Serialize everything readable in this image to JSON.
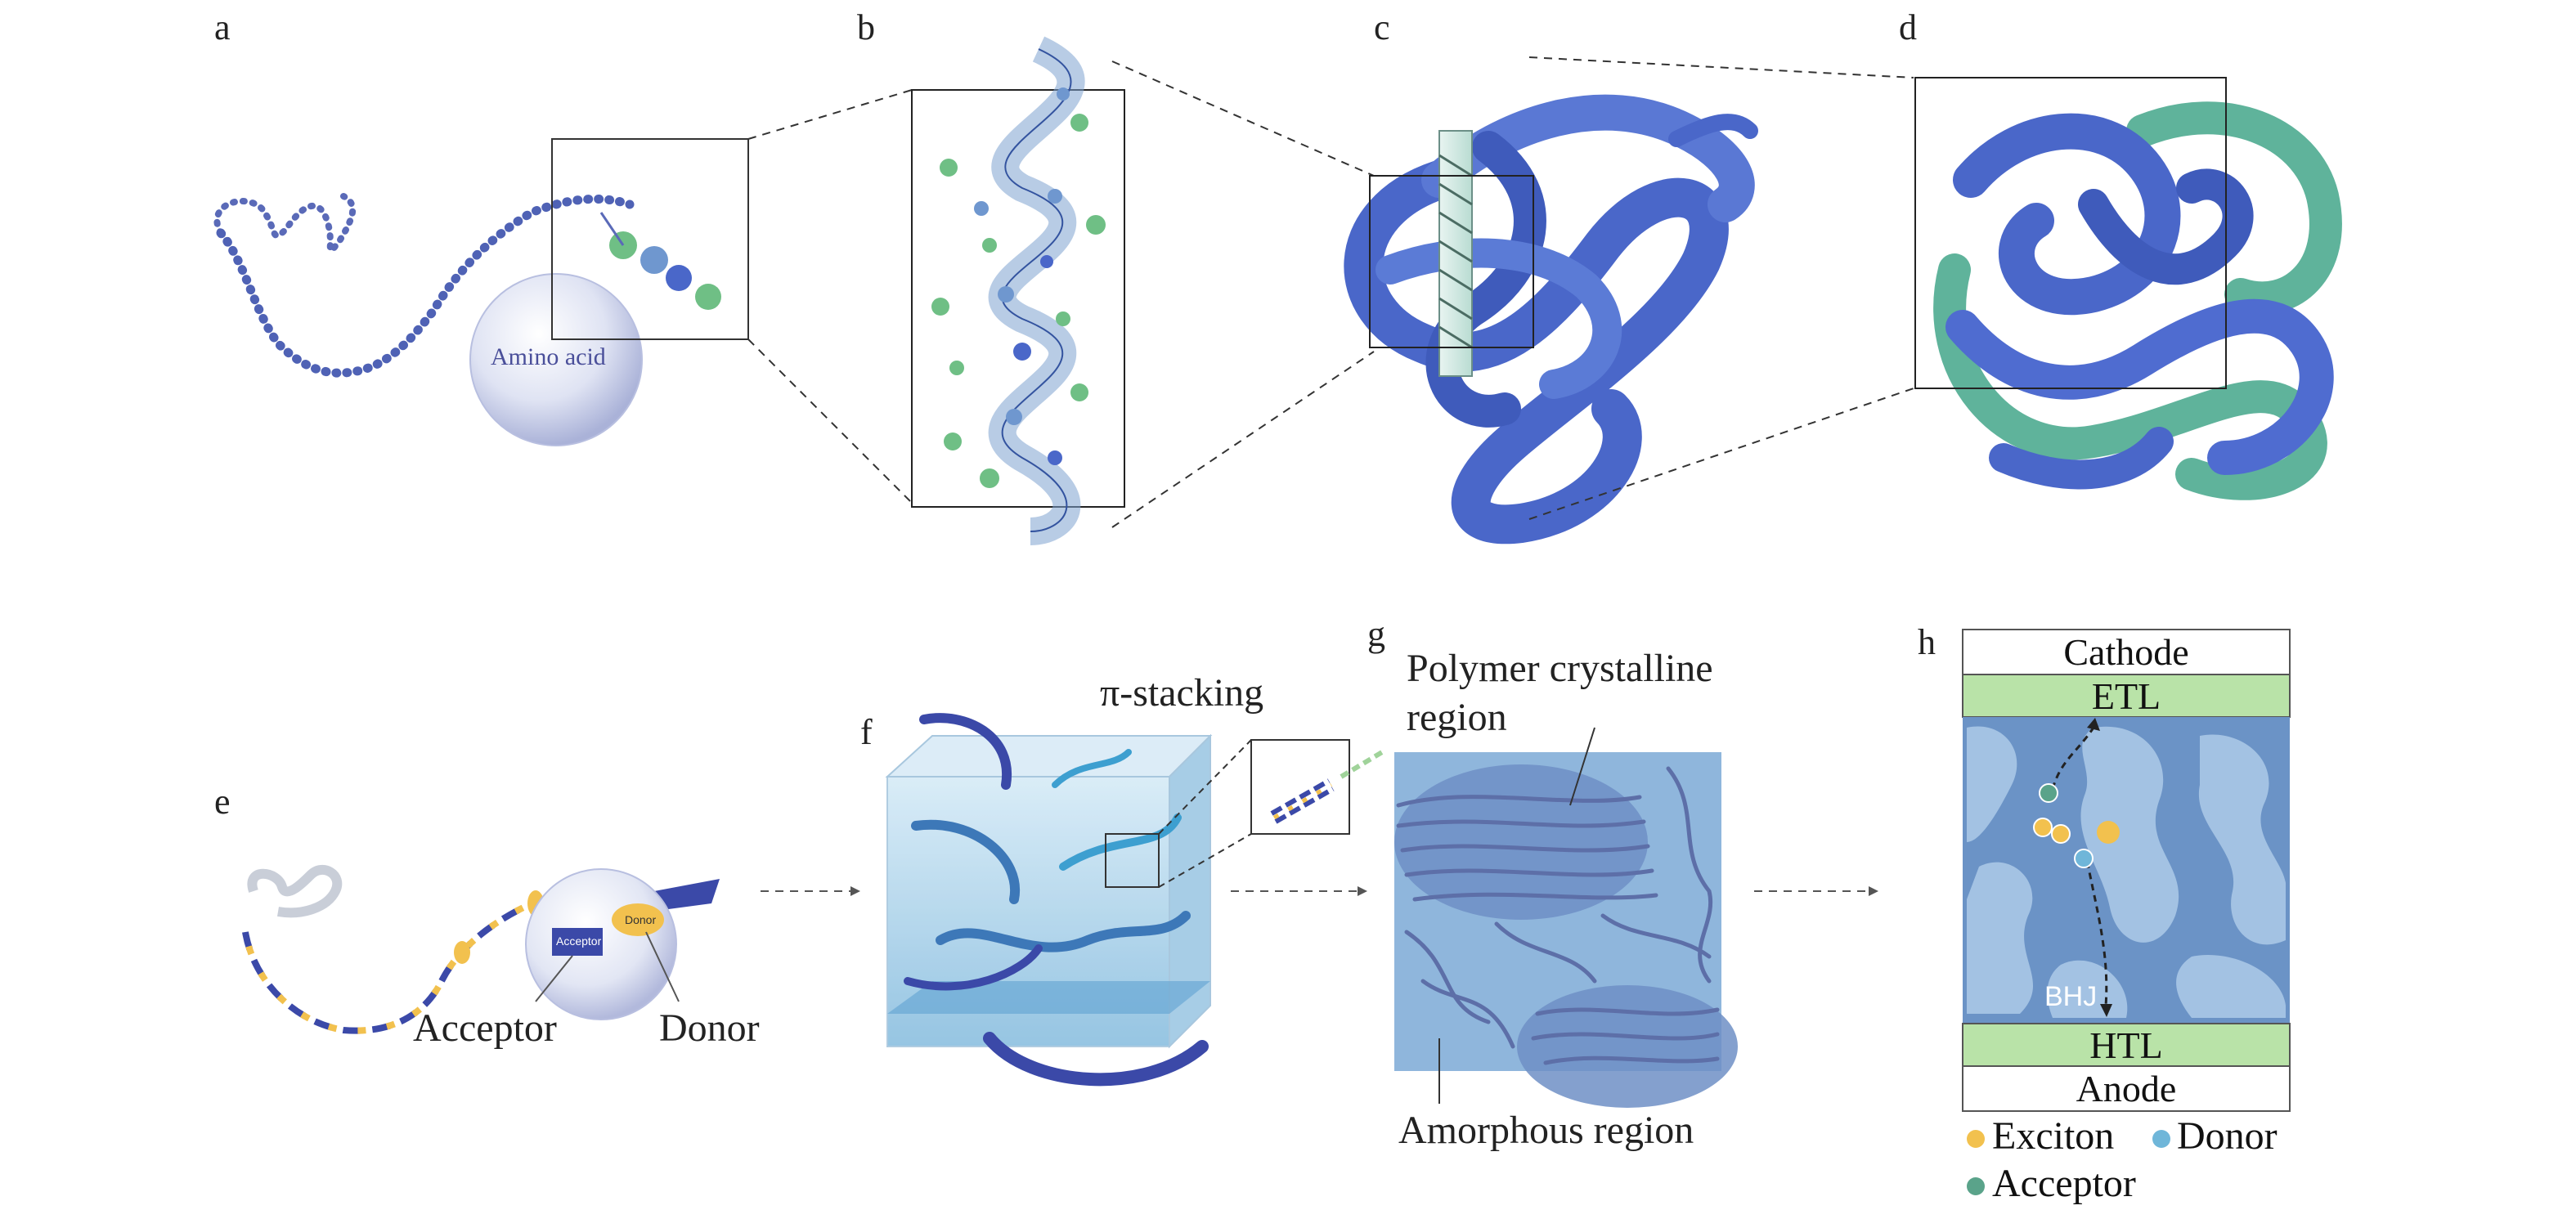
{
  "panels": {
    "a": "a",
    "b": "b",
    "c": "c",
    "d": "d",
    "e": "e",
    "f": "f",
    "g": "g",
    "h": "h"
  },
  "labels": {
    "amino_acid": "Amino acid",
    "acceptor_box": "Acceptor",
    "donor_box": "Donor",
    "acceptor": "Acceptor",
    "donor": "Donor",
    "pi_stacking": "π-stacking",
    "polymer_crystalline_1": "Polymer crystalline",
    "polymer_crystalline_2": "region",
    "amorphous": "Amorphous region",
    "bhj": "BHJ"
  },
  "device_layers": {
    "cathode": "Cathode",
    "etl": "ETL",
    "htl": "HTL",
    "anode": "Anode"
  },
  "legend": {
    "exciton": "Exciton",
    "donor": "Donor",
    "acceptor": "Acceptor"
  },
  "colors": {
    "protein_blue": "#4a67c9",
    "protein_teal": "#5fb39b",
    "etl_green": "#b9e3a8",
    "bhj_blue_dark": "#6b93c6",
    "bhj_blue_light": "#a3c2e3",
    "exciton": "#f2c14e",
    "donor": "#6fb6d9",
    "acceptor": "#5aa38a"
  }
}
